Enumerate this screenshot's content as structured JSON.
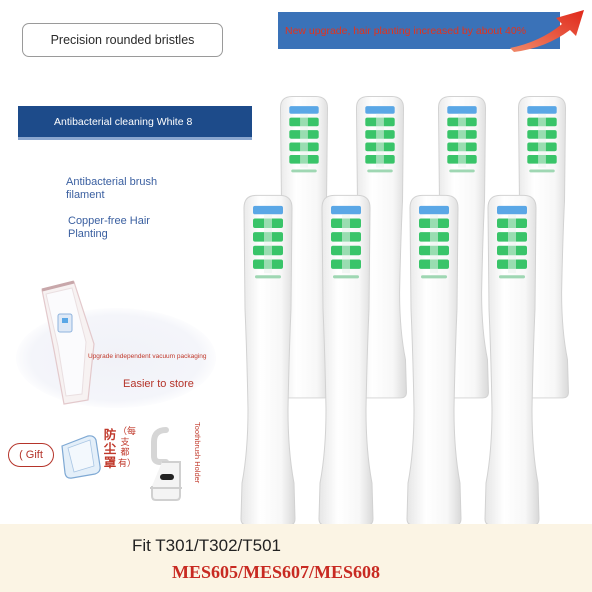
{
  "labels": {
    "precision": "Precision rounded bristles",
    "upgrade": "New upgrade, hair planting increased by about 40%",
    "antibacterial_banner": "Antibacterial cleaning White 8",
    "feature_filament": "Antibacterial brush filament",
    "feature_copper": "Copper-free Hair Planting",
    "packaging": "Upgrade independent vacuum packaging",
    "store": "Easier to store",
    "gift": "( Gift",
    "dust_cover": "防尘罩",
    "dust_each": "（每支都有）",
    "holder": "Toothbrush Holder",
    "fit": "Fit T301/T302/T501",
    "models": "MES605/MES607/MES608"
  },
  "product": {
    "brush_head_count": 8
  },
  "colors": {
    "upgrade_banner_bg": "#3a72b8",
    "upgrade_text": "#e4331c",
    "antibacterial_bg": "#1d4b8a",
    "bristle_blue": "#5aa7e6",
    "bristle_green": "#39c469",
    "model_red": "#c82a22",
    "bottom_band": "#fbf4e4"
  },
  "icons": [
    "arrow-up-right-icon",
    "vacuum-pack-icon",
    "dust-cap-icon",
    "toothbrush-holder-icon"
  ]
}
